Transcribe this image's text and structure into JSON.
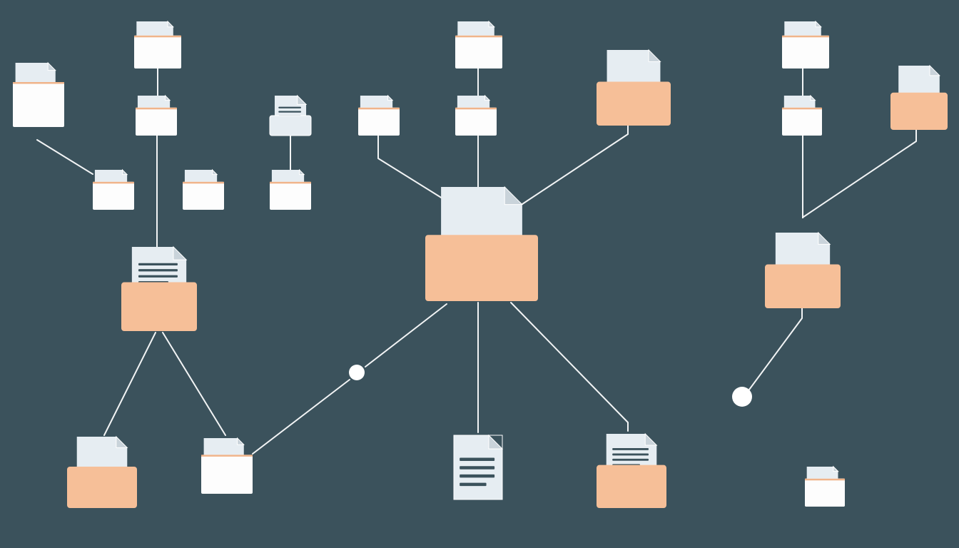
{
  "diagram": {
    "title": "",
    "colors": {
      "background": "#3b525c",
      "connector": "#f2f4f5",
      "folder_orange": "#f6bf98",
      "folder_white": "#fdfdfd",
      "paper": "#e6edf2",
      "paper_fold": "#c9d3da",
      "text_lines": "#3b525c",
      "stripe": "#f0b48a",
      "node_dot": "#ffffff"
    },
    "nodes": [
      {
        "id": "n1",
        "kind": "folder-white",
        "icon": "document-folder-icon"
      },
      {
        "id": "n2",
        "kind": "folder-white",
        "icon": "document-folder-icon"
      },
      {
        "id": "n3",
        "kind": "folder-white",
        "icon": "document-folder-icon"
      },
      {
        "id": "n4",
        "kind": "folder-orange",
        "icon": "document-folder-icon"
      },
      {
        "id": "n5",
        "kind": "folder-white",
        "icon": "document-folder-icon"
      },
      {
        "id": "n6",
        "kind": "folder-orange",
        "icon": "document-folder-icon"
      },
      {
        "id": "n7",
        "kind": "folder-white",
        "icon": "text-document-icon"
      },
      {
        "id": "n8",
        "kind": "folder-white",
        "icon": "document-folder-icon"
      },
      {
        "id": "n9",
        "kind": "folder-white",
        "icon": "document-folder-icon"
      },
      {
        "id": "n10",
        "kind": "folder-white",
        "icon": "document-folder-icon"
      },
      {
        "id": "n11",
        "kind": "folder-white",
        "icon": "document-folder-icon"
      },
      {
        "id": "n12",
        "kind": "folder-white",
        "icon": "document-folder-icon"
      },
      {
        "id": "n13",
        "kind": "folder-white",
        "icon": "document-folder-icon"
      },
      {
        "id": "n14",
        "kind": "folder-white",
        "icon": "document-folder-icon"
      },
      {
        "id": "n15",
        "kind": "folder-white",
        "icon": "document-folder-icon"
      },
      {
        "id": "n16",
        "kind": "folder-white",
        "icon": "document-folder-icon"
      },
      {
        "id": "n17",
        "kind": "folder-orange",
        "icon": "text-document-folder-icon"
      },
      {
        "id": "n18",
        "kind": "folder-orange",
        "icon": "document-folder-icon"
      },
      {
        "id": "n19",
        "kind": "folder-orange",
        "icon": "document-folder-icon"
      },
      {
        "id": "n20",
        "kind": "folder-orange",
        "icon": "document-folder-icon"
      },
      {
        "id": "n21",
        "kind": "folder-white",
        "icon": "document-folder-icon"
      },
      {
        "id": "n22",
        "kind": "document",
        "icon": "text-document-icon"
      },
      {
        "id": "n23",
        "kind": "folder-orange",
        "icon": "text-document-folder-icon"
      },
      {
        "id": "n24",
        "kind": "folder-white",
        "icon": "document-folder-icon"
      },
      {
        "id": "d1",
        "kind": "dot",
        "icon": "junction-dot-icon"
      },
      {
        "id": "d2",
        "kind": "dot",
        "icon": "junction-dot-icon"
      }
    ],
    "edges": [
      {
        "from": "n1",
        "to": "n5"
      },
      {
        "from": "n5",
        "to": "n17"
      },
      {
        "from": "n7",
        "to": "n11"
      },
      {
        "from": "n8",
        "to": "n13"
      },
      {
        "from": "n2",
        "to": "n10"
      },
      {
        "from": "n10",
        "to": "n19"
      },
      {
        "from": "n9",
        "to": "n19"
      },
      {
        "from": "n4",
        "to": "n19"
      },
      {
        "from": "n3",
        "to": "n18"
      },
      {
        "from": "n6",
        "to": "n18"
      },
      {
        "from": "n17",
        "to": "n20"
      },
      {
        "from": "n17",
        "to": "n21"
      },
      {
        "from": "n21",
        "to": "d1"
      },
      {
        "from": "d1",
        "to": "n19"
      },
      {
        "from": "n19",
        "to": "n22"
      },
      {
        "from": "n19",
        "to": "n23"
      },
      {
        "from": "n18",
        "to": "d2"
      }
    ]
  }
}
